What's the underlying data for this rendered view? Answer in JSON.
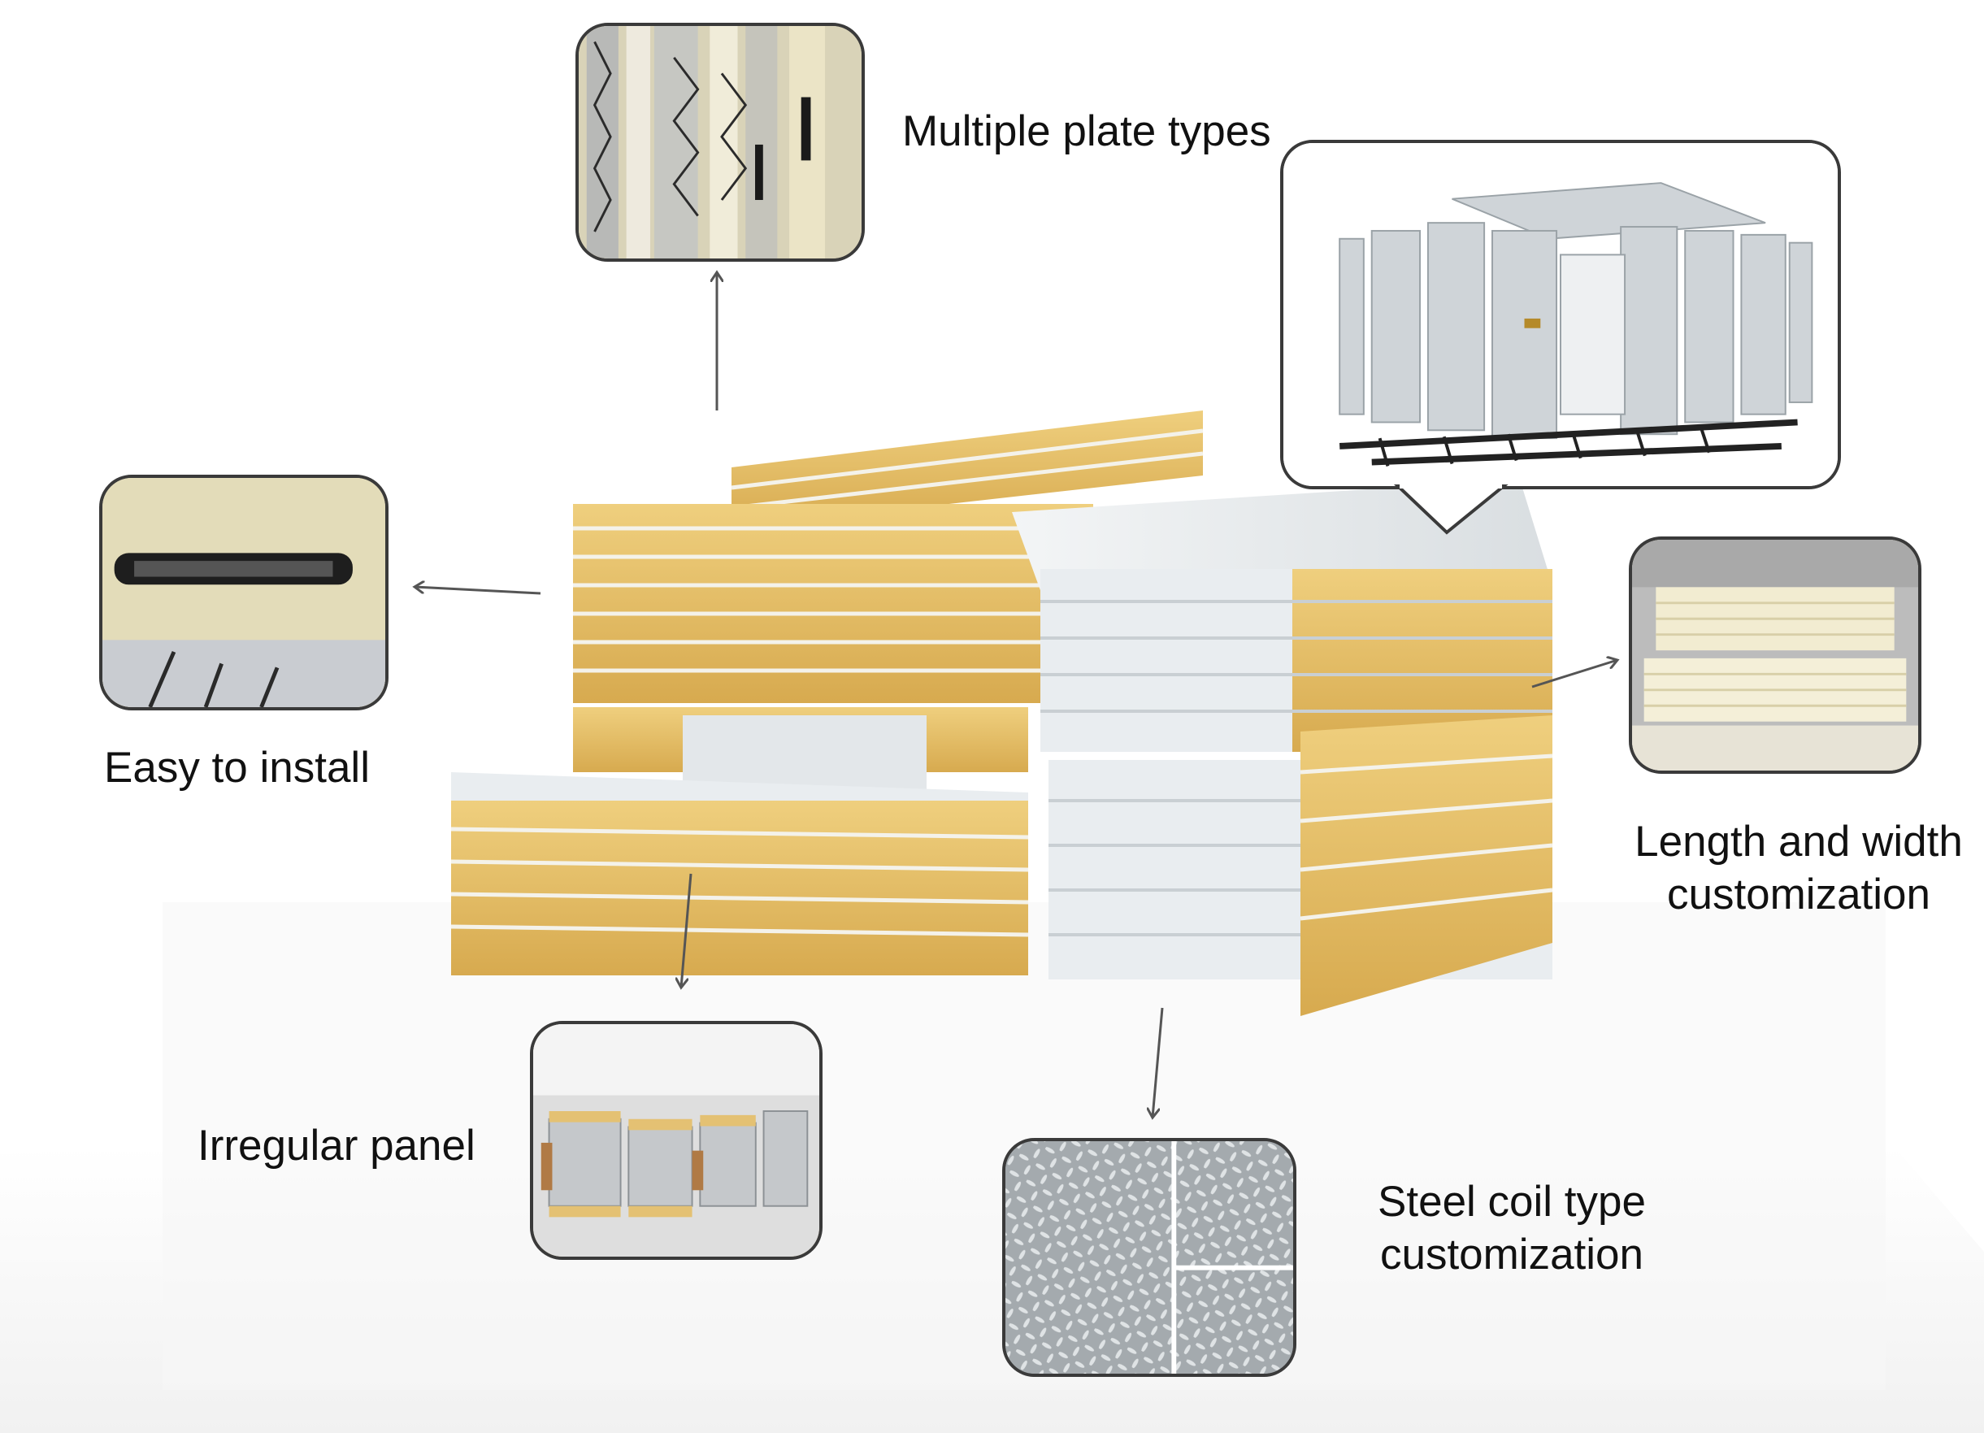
{
  "labels": {
    "multiple_plate_types": "Multiple plate types",
    "easy_to_install": "Easy to install",
    "length_width_line1": "Length and width",
    "length_width_line2": "customization",
    "irregular_panel": "Irregular panel",
    "steel_coil_line1": "Steel coil type",
    "steel_coil_line2": "customization"
  },
  "colors": {
    "panel_core": "#e6c06a",
    "panel_edge": "#c89a3c",
    "steel_skin": "#e8ecef",
    "arrow": "#555555",
    "frame": "#3a3a3a",
    "text": "#111111"
  }
}
